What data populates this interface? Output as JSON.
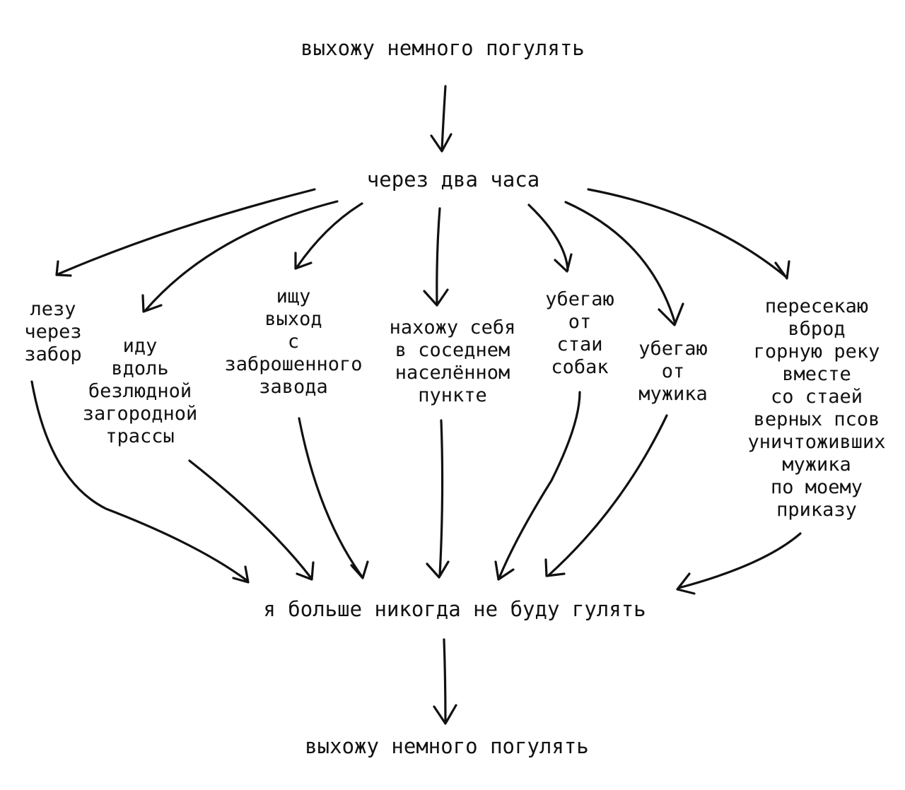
{
  "diagram": {
    "start": "выхожу немного погулять",
    "middle": "через два часа",
    "branches": [
      {
        "id": "fence",
        "lines": [
          "лезу",
          "через",
          "забор"
        ]
      },
      {
        "id": "highway",
        "lines": [
          "иду",
          "вдоль",
          "безлюдной",
          "загородной",
          "трассы"
        ]
      },
      {
        "id": "factory",
        "lines": [
          "ищу",
          "выход",
          "с",
          "заброшенного",
          "завода"
        ]
      },
      {
        "id": "village",
        "lines": [
          "нахожу себя",
          "в соседнем",
          "населённом",
          "пункте"
        ]
      },
      {
        "id": "dogs",
        "lines": [
          "убегаю",
          "от",
          "стаи",
          "собак"
        ]
      },
      {
        "id": "man",
        "lines": [
          "убегаю",
          "от",
          "мужика"
        ]
      },
      {
        "id": "river",
        "lines": [
          "пересекаю",
          "вброд",
          "горную реку",
          "вместе",
          "со стаей",
          "верных псов",
          "уничтоживших",
          "мужика",
          "по моему",
          "приказу"
        ]
      }
    ],
    "conclusion": "я больше никогда не буду гулять",
    "end": "выхожу немного погулять",
    "stroke_color": "#111111"
  }
}
